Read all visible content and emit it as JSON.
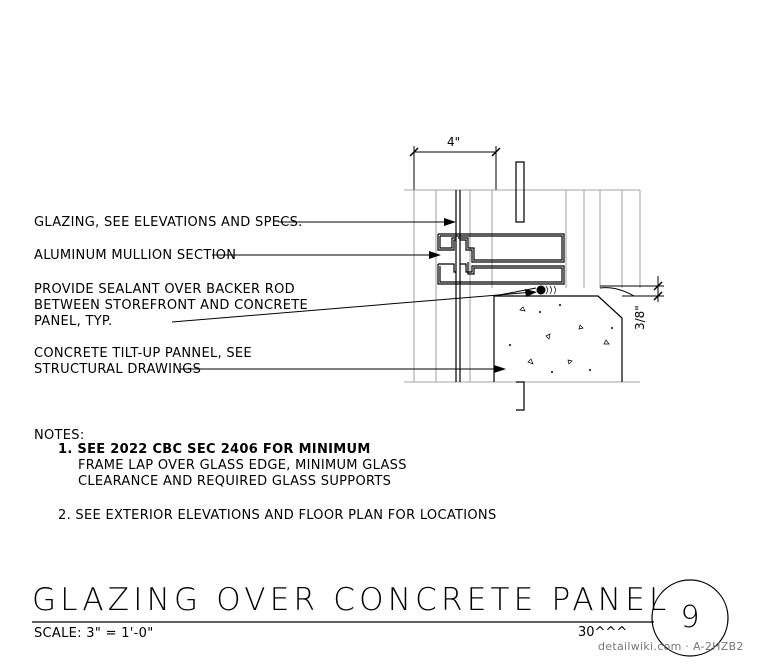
{
  "drawing": {
    "dimension_4": "4\"",
    "dimension_3_8": "3/8\""
  },
  "callouts": {
    "glazing": "GLAZING, SEE ELEVATIONS AND SPECS.",
    "mullion": "ALUMINUM MULLION SECTION",
    "sealant_line1": "PROVIDE SEALANT OVER BACKER ROD",
    "sealant_line2": "BETWEEN STOREFRONT AND CONCRETE",
    "sealant_line3": "PANEL, TYP.",
    "concrete_line1": "CONCRETE TILT-UP PANNEL, SEE",
    "concrete_line2": "STRUCTURAL DRAWINGS"
  },
  "notes": {
    "heading": "NOTES:",
    "item1_line1": "1. SEE 2022 CBC SEC 2406 FOR MINIMUM",
    "item1_line2": "FRAME LAP OVER GLASS EDGE, MINIMUM GLASS",
    "item1_line3": "CLEARANCE AND REQUIRED GLASS SUPPORTS",
    "item2": "2. SEE EXTERIOR ELEVATIONS AND FLOOR PLAN FOR LOCATIONS"
  },
  "title_block": {
    "title": "GLAZING OVER CONCRETE PANEL",
    "scale": "SCALE: 3\" = 1'-0\"",
    "sheet_ref": "30^^^",
    "detail_number": "9"
  },
  "watermark": "detailwiki.com · A-2HZB2"
}
